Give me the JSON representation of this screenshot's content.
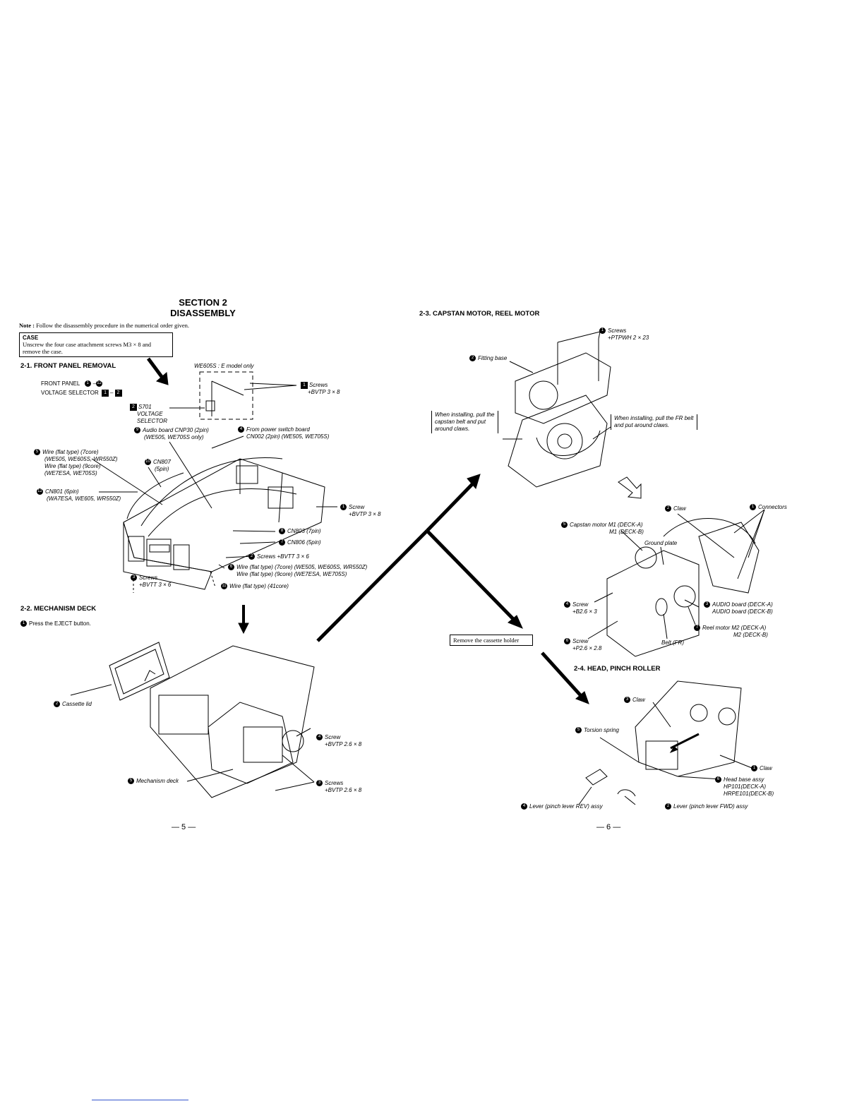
{
  "left": {
    "section_title": "SECTION 2",
    "section_subtitle": "DISASSEMBLY",
    "note_label": "Note :",
    "note_text": "Follow the disassembly procedure in the numerical order given.",
    "case_box": {
      "title": "CASE",
      "text": "Unscrew the four case attachment screws M3 × 8 and remove the case."
    },
    "s21": {
      "heading": "2-1. FRONT PANEL REMOVAL",
      "model_note": "WE605S : E model only",
      "front_panel": "FRONT PANEL",
      "voltage_selector": "VOLTAGE SELECTOR",
      "fp_range_a": "1",
      "fp_range_b": "12",
      "vs_range_a": "1",
      "vs_range_b": "2",
      "labels": {
        "screws_a": "Screws",
        "screws_a_spec": "+BVTP 3 × 8",
        "s701": "S701",
        "s701_b": "VOLTAGE",
        "s701_c": "SELECTOR",
        "audio_board": "Audio board CNP30 (2pin)",
        "audio_board_b": "(WE505, WE705S only)",
        "power_board": "From power switch board",
        "power_board_b": "CN002 (2pin) (WE505, WE705S)",
        "wire5": "Wire (flat type) (7core)",
        "wire5_b": "(WE505, WE605S, WR550Z)",
        "wire5_c": "Wire (flat type) (9core)",
        "wire5_d": "(WE7ESA, WE705S)",
        "cn807": "CN807",
        "cn807_b": "(5pin)",
        "cn801": "CN801 (6pin)",
        "cn801_b": "(WA7ESA, WE605, WR550Z)",
        "screw1": "Screw",
        "screw1_spec": "+BVTP 3 × 8",
        "cn803": "CN803 (7pin)",
        "cn806": "CN806 (5pin)",
        "screws2": "Screws +BVTT 3 × 6",
        "wire6": "Wire (flat type) (7core) (WE505, WE605S, WR550Z)",
        "wire6_b": "Wire (flat type) (9core) (WE7ESA, WE705S)",
        "screws3": "Screws",
        "screws3_spec": "+BVTT 3 × 6",
        "wire11": "Wire (flat type) (41core)"
      }
    },
    "s22": {
      "heading": "2-2. MECHANISM DECK",
      "step1": "Press the EJECT button.",
      "cassette_lid": "Cassette lid",
      "screw4": "Screw",
      "screw4_spec": "+BVTP 2.6 × 8",
      "mech_deck": "Mechanism deck",
      "screws3": "Screws",
      "screws3_spec": "+BVTP 2.6 × 8"
    },
    "page_number": "— 5 —"
  },
  "right": {
    "s23": {
      "heading": "2-3. CAPSTAN MOTOR, REEL MOTOR",
      "screws1": "Screws",
      "screws1_spec": "+PTPWH 2 × 23",
      "fitting_base": "Fitting base",
      "note_left_a": "When installing, pull the",
      "note_left_b": "capstan belt and put",
      "note_left_c": "around claws.",
      "note_right_a": "When installing, pull the FR belt",
      "note_right_b": "and put around claws.",
      "claw2": "Claw",
      "connectors1": "Connectors",
      "capstan_motor": "Capstan motor M1 (DECK-A)",
      "capstan_motor_b": "M1 (DECK-B)",
      "ground_plate": "Ground plate",
      "screw4": "Screw",
      "screw4_spec": "+B2.6 × 3",
      "audio_board3": "AUDIO board (DECK-A)",
      "audio_board3_b": "AUDIO board (DECK-B)",
      "reel_motor": "Reel motor M2 (DECK-A)",
      "reel_motor_b": "M2 (DECK-B)",
      "screw6": "Screw",
      "screw6_spec": "+P2.6 × 2.8",
      "belt_fr": "Belt (FR)"
    },
    "remove_holder": "Remove the cassette holder",
    "s24": {
      "heading": "2-4. HEAD, PINCH ROLLER",
      "claw3": "Claw",
      "torsion": "Torsion spring",
      "claw1": "Claw",
      "head_base": "Head base assy",
      "head_base_b": "HP101(DECK-A)",
      "head_base_c": "HRPE101(DECK-B)",
      "lever4": "Lever (pinch lever REV) assy",
      "lever2": "Lever (pinch lever FWD) assy"
    },
    "page_number": "— 6 —"
  }
}
